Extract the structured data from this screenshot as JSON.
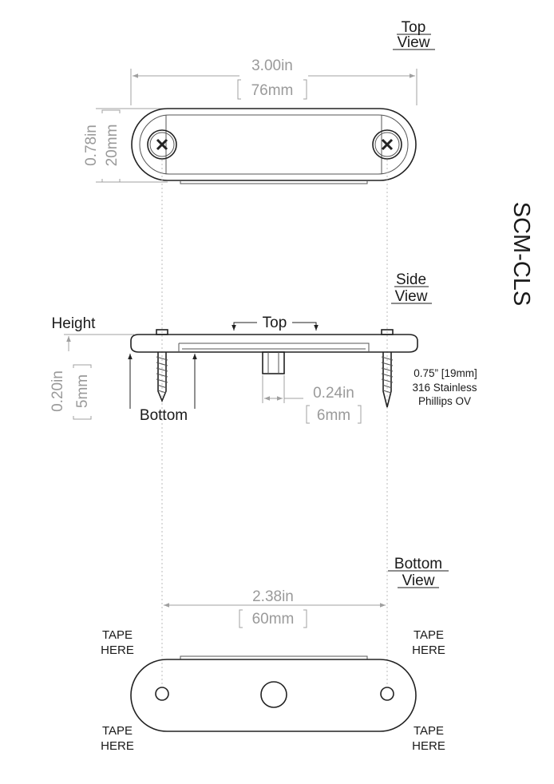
{
  "views": {
    "top": {
      "line1": "Top",
      "line2": "View"
    },
    "side": {
      "line1": "Side",
      "line2": "View"
    },
    "bottom": {
      "line1": "Bottom",
      "line2": "View"
    }
  },
  "model": "SCM-CLS",
  "dimensions": {
    "length_in": "3.00in",
    "length_mm": "76mm",
    "width_in": "0.78in",
    "width_mm": "20mm",
    "height_in": "0.20in",
    "height_mm": "5mm",
    "pin_in": "0.24in",
    "pin_mm": "6mm",
    "hole_spacing_in": "2.38in",
    "hole_spacing_mm": "60mm"
  },
  "side_labels": {
    "height": "Height",
    "top": "Top",
    "bottom": "Bottom"
  },
  "screw_note": {
    "line1": "0.75” [19mm]",
    "line2": "316 Stainless",
    "line3": "Phillips OV"
  },
  "tape": {
    "line1": "TAPE",
    "line2": "HERE"
  }
}
